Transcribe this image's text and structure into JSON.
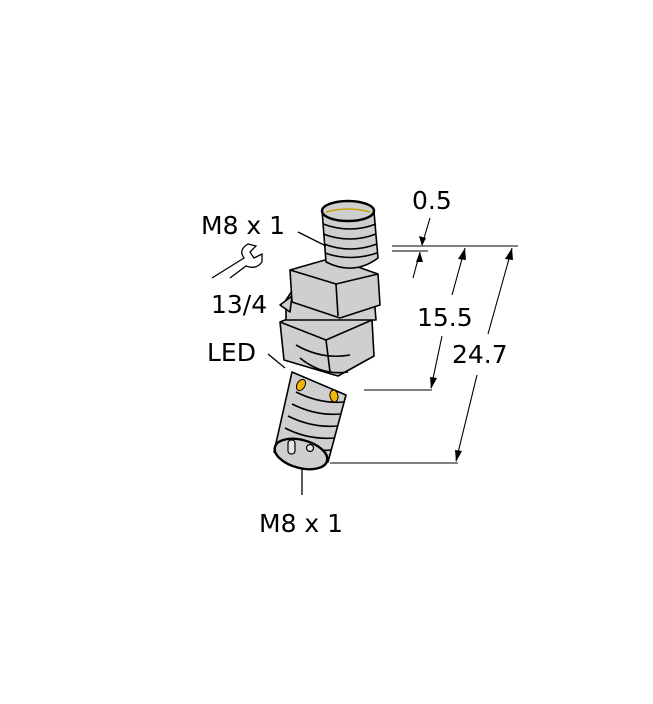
{
  "diagram": {
    "title": "Inductive sensor dimension drawing",
    "labels": {
      "thread_top": "M8 x 1",
      "wrench_size": "13/4",
      "led": "LED",
      "thread_bottom": "M8 x 1"
    },
    "dimensions": {
      "cap_offset": "0.5",
      "body_to_connector": "15.5",
      "total_length": "24.7"
    },
    "icons": [
      "wrench-icon"
    ],
    "colors": {
      "body_fill": "#cfcfcf",
      "outline": "#000000",
      "led": "#f2b705",
      "top_ring": "#c8a000",
      "background": "#ffffff"
    }
  }
}
